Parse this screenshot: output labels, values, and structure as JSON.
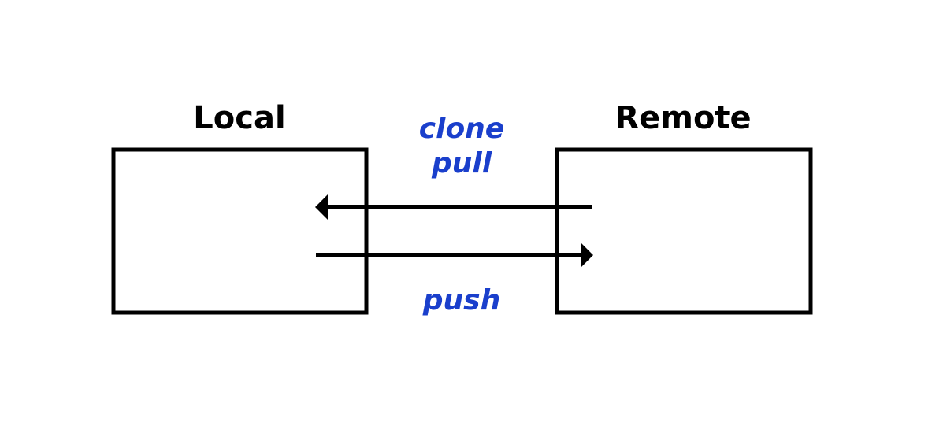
{
  "local": {
    "title": "Local"
  },
  "remote": {
    "title": "Remote"
  },
  "operations": {
    "incoming": [
      "clone",
      "pull"
    ],
    "outgoing": [
      "push"
    ]
  },
  "colors": {
    "stroke": "#000000",
    "label": "#1a3fcc",
    "background": "#ffffff"
  }
}
